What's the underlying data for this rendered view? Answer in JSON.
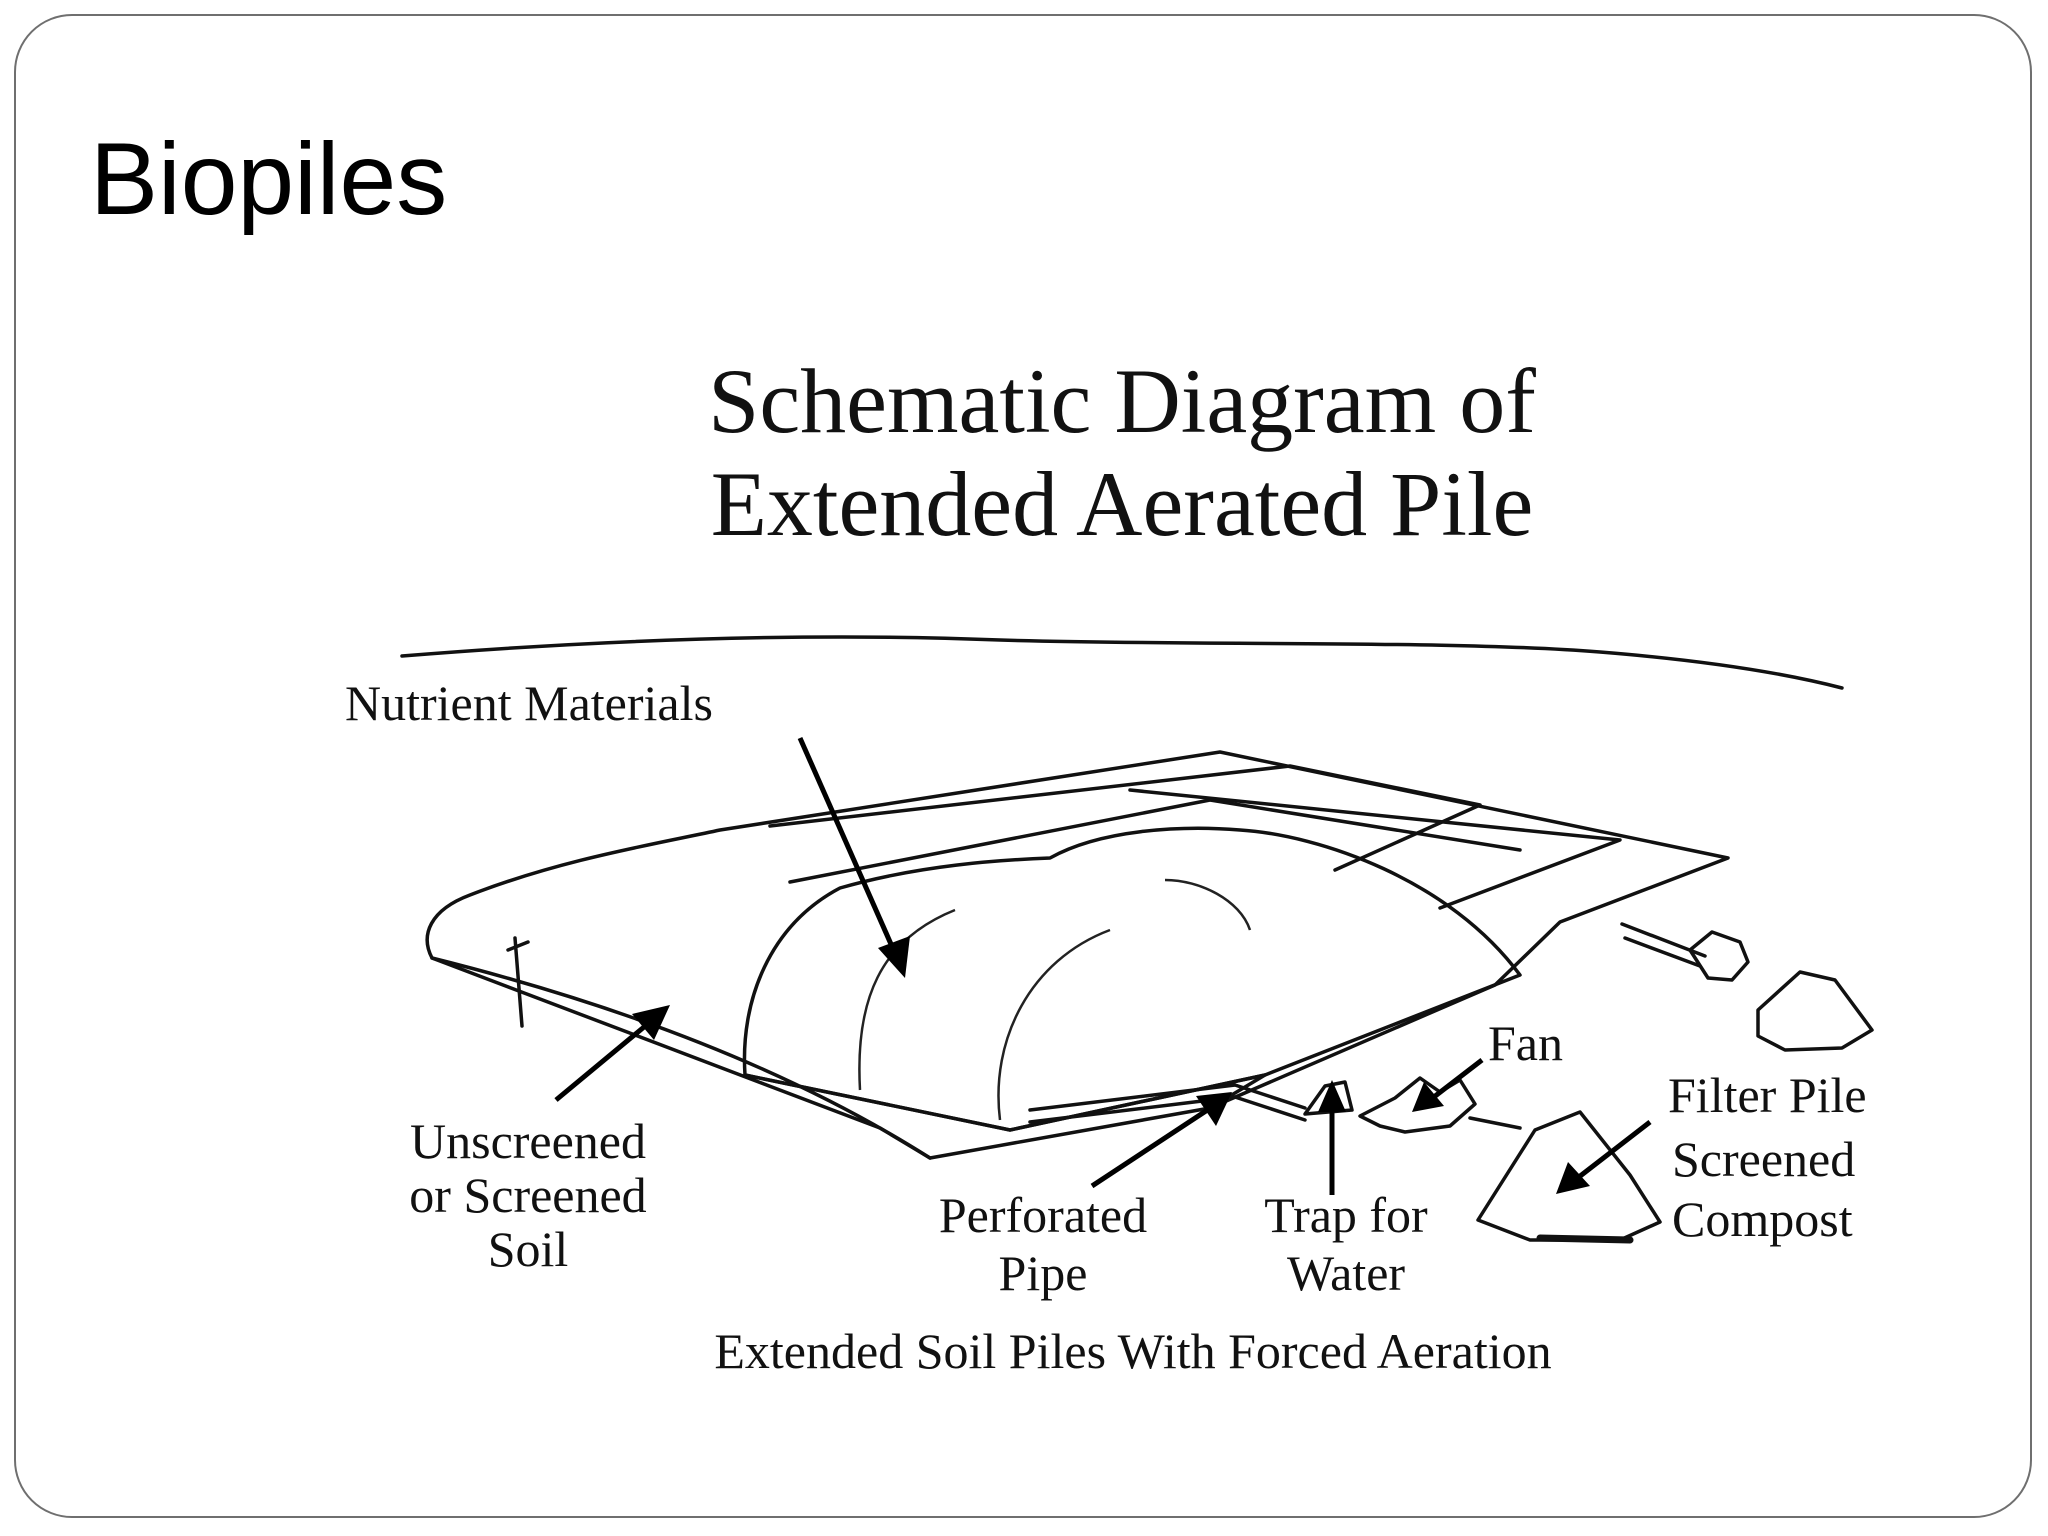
{
  "slide": {
    "title": "Biopiles"
  },
  "diagram": {
    "heading_line1": "Schematic Diagram of",
    "heading_line2": "Extended Aerated Pile",
    "labels": {
      "nutrient_materials": "Nutrient Materials",
      "soil_line1": "Unscreened",
      "soil_line2": "or Screened",
      "soil_line3": "Soil",
      "pipe_line1": "Perforated",
      "pipe_line2": "Pipe",
      "trap_line1": "Trap for",
      "trap_line2": "Water",
      "fan": "Fan",
      "filter_line1": "Filter Pile",
      "filter_line2": "Screened",
      "filter_line3": "Compost"
    },
    "caption": "Extended Soil Piles With Forced Aeration"
  }
}
